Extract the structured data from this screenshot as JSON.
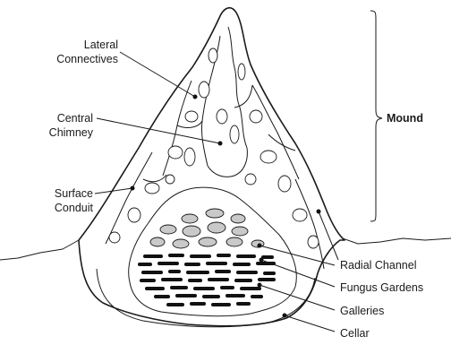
{
  "diagram": {
    "labels": {
      "lateral_connectives_line1": "Lateral",
      "lateral_connectives_line2": "Connectives",
      "central_chimney_line1": "Central",
      "central_chimney_line2": "Chimney",
      "surface_conduit_line1": "Surface",
      "surface_conduit_line2": "Conduit",
      "mound": "Mound",
      "radial_channel": "Radial Channel",
      "fungus_gardens": "Fungus Gardens",
      "galleries": "Galleries",
      "cellar": "Cellar"
    }
  }
}
